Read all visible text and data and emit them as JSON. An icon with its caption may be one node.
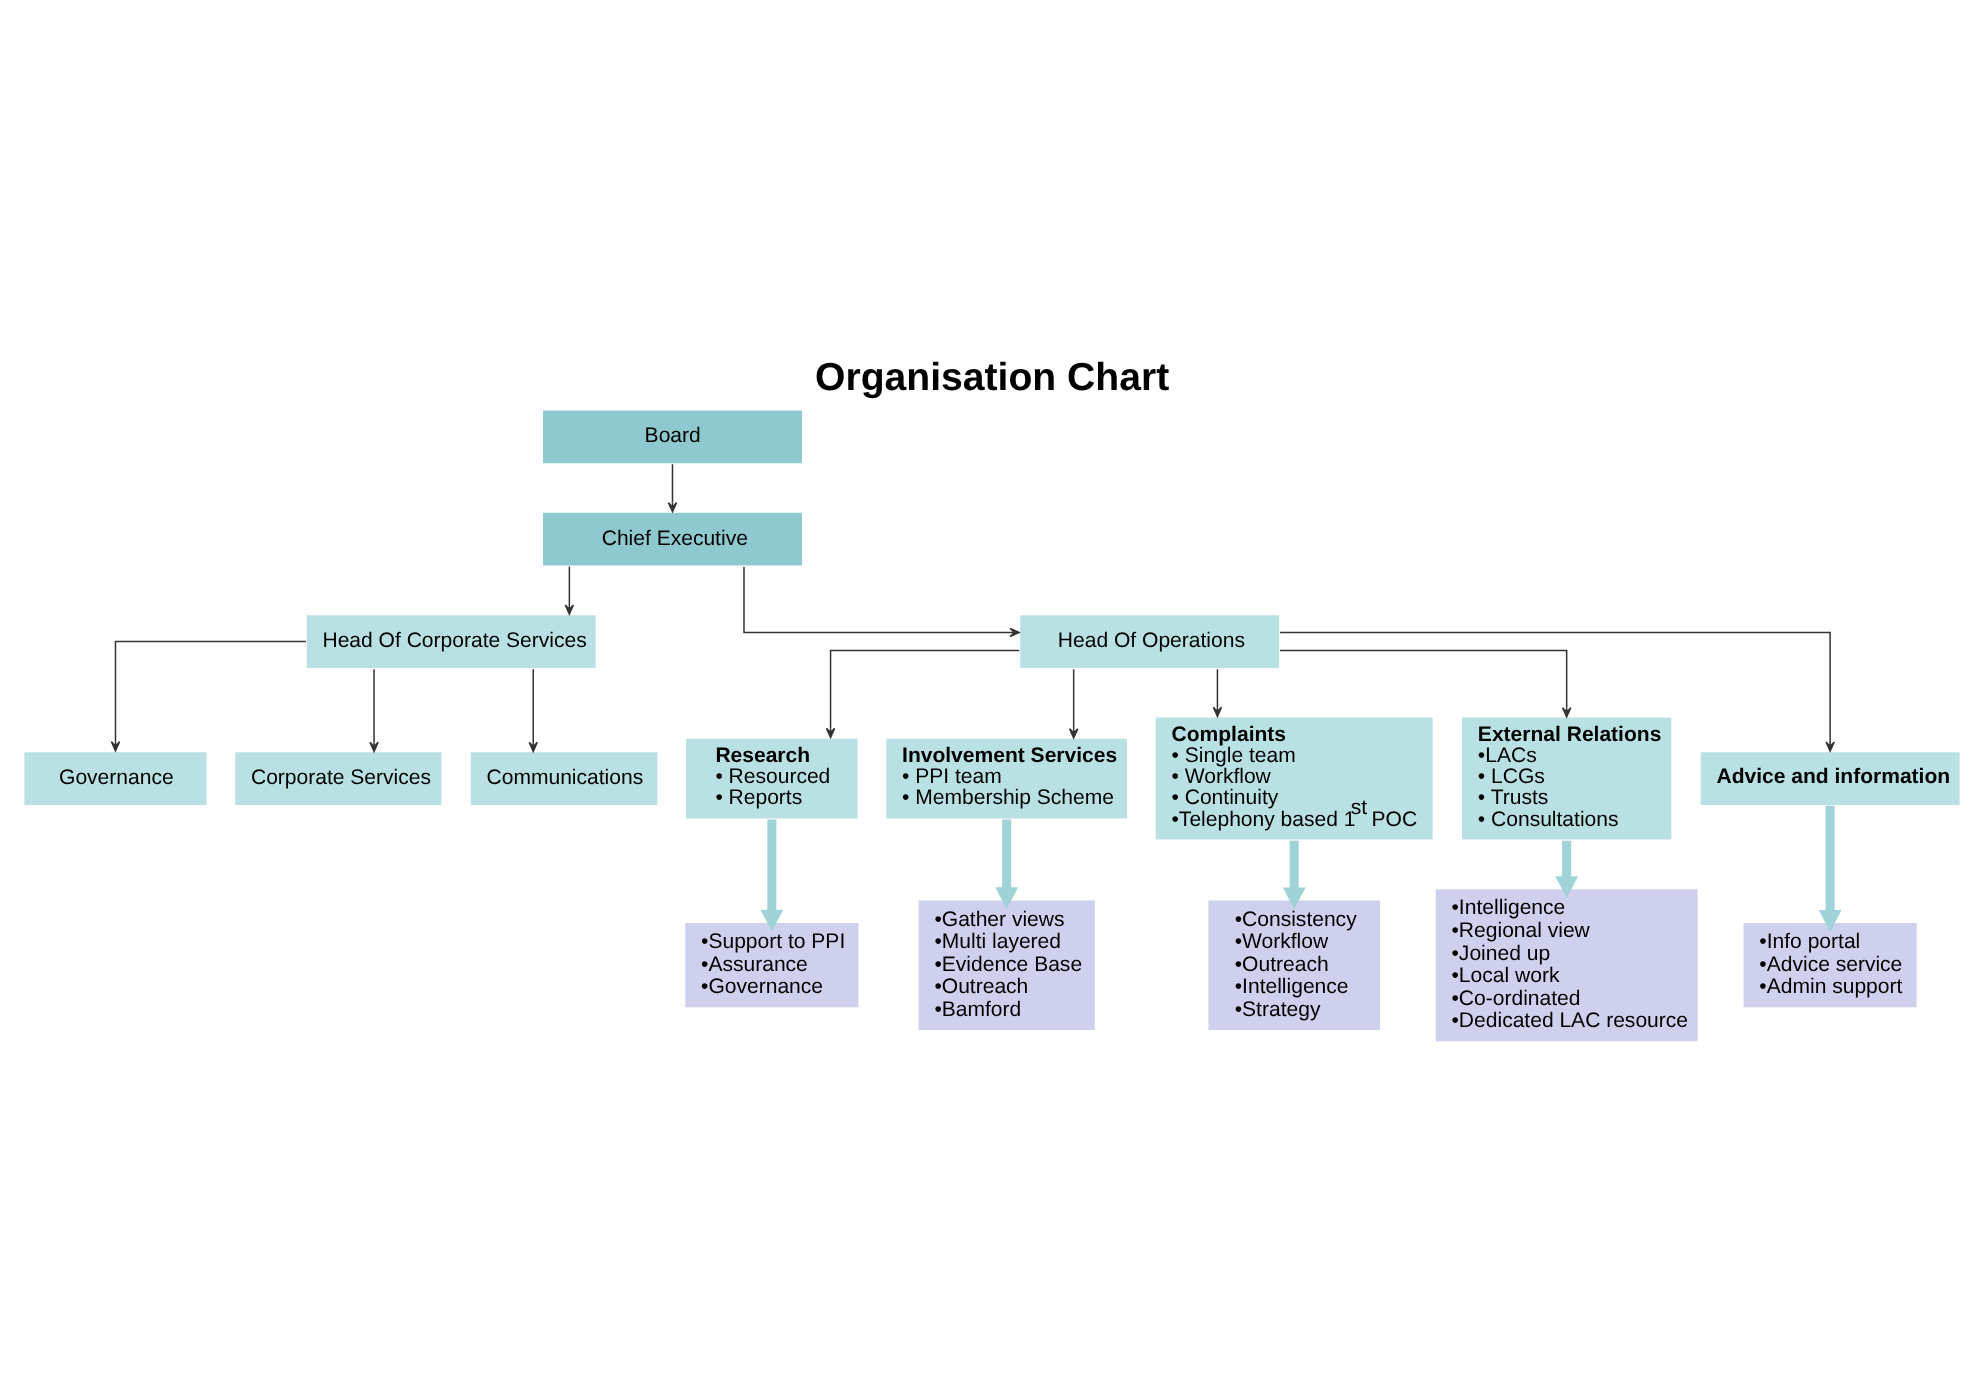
{
  "diagram": {
    "title": "Organisation Chart",
    "nodes": [
      {
        "text": [
          "Board"
        ]
      },
      {
        "text": [
          "Chief Executive"
        ]
      },
      {
        "text": [
          "Head Of Corporate Services"
        ]
      },
      {
        "text": [
          "Head Of Operations"
        ]
      },
      {
        "text": [
          "Governance"
        ]
      },
      {
        "text": [
          "Corporate Services"
        ]
      },
      {
        "text": [
          "Communications"
        ]
      },
      {
        "text": [
          "Research",
          "• Resourced",
          "• Reports"
        ]
      },
      {
        "text": [
          "Involvement Services",
          "• PPI team",
          "• Membership Scheme"
        ]
      },
      {
        "text": [
          "Complaints",
          "• Single team",
          "• Workflow",
          "• Continuity",
          "•Telephony based 1$^{st}$ POC"
        ]
      },
      {
        "text": [
          "External Relations",
          "•LACs",
          "• LCGs",
          "• Trusts",
          "• Consultations"
        ]
      },
      {
        "text": [
          "Advice and information"
        ]
      },
      {
        "text": [
          "•Support to PPI",
          "•Assurance",
          "•Governance"
        ]
      },
      {
        "text": [
          "•Gather views",
          "•Multi layered",
          "•Evidence Base",
          "•Outreach",
          "•Bamford"
        ]
      },
      {
        "text": [
          "•Consistency",
          "•Workflow",
          "•Outreach",
          "•Intelligence",
          "•Strategy"
        ]
      },
      {
        "text": [
          "•Intelligence",
          "•Regional view",
          "•Joined up",
          "•Local work",
          "•Co-ordinated",
          "•Dedicated LAC resource"
        ]
      },
      {
        "text": [
          "•Info portal",
          "•Advice service",
          "•Admin support"
        ]
      }
    ],
    "edges": [
      {
        "from": 0,
        "to": 1,
        "arrow": "to"
      },
      {
        "from": 1,
        "to": 2,
        "arrow": "to"
      },
      {
        "from": 1,
        "to": 3,
        "arrow": "to"
      },
      {
        "from": 2,
        "to": 4,
        "arrow": "to"
      },
      {
        "from": 2,
        "to": 5,
        "arrow": "to"
      },
      {
        "from": 2,
        "to": 6,
        "arrow": "to"
      },
      {
        "from": 3,
        "to": 7,
        "arrow": "to"
      },
      {
        "from": 3,
        "to": 8,
        "arrow": "to"
      },
      {
        "from": 3,
        "to": 9,
        "arrow": "to"
      },
      {
        "from": 3,
        "to": 10,
        "arrow": "to"
      },
      {
        "from": 3,
        "to": 11,
        "arrow": "to"
      },
      {
        "from": 7,
        "to": 12,
        "arrow": "to",
        "style": "thick",
        "color": "#9fd3d7"
      },
      {
        "from": 8,
        "to": 13,
        "arrow": "to",
        "style": "thick",
        "color": "#9fd3d7"
      },
      {
        "from": 9,
        "to": 14,
        "arrow": "to",
        "style": "thick",
        "color": "#9fd3d7"
      },
      {
        "from": 10,
        "to": 15,
        "arrow": "to",
        "style": "thick",
        "color": "#9fd3d7"
      },
      {
        "from": 11,
        "to": 16,
        "arrow": "to",
        "style": "thick",
        "color": "#9fd3d7"
      }
    ]
  }
}
